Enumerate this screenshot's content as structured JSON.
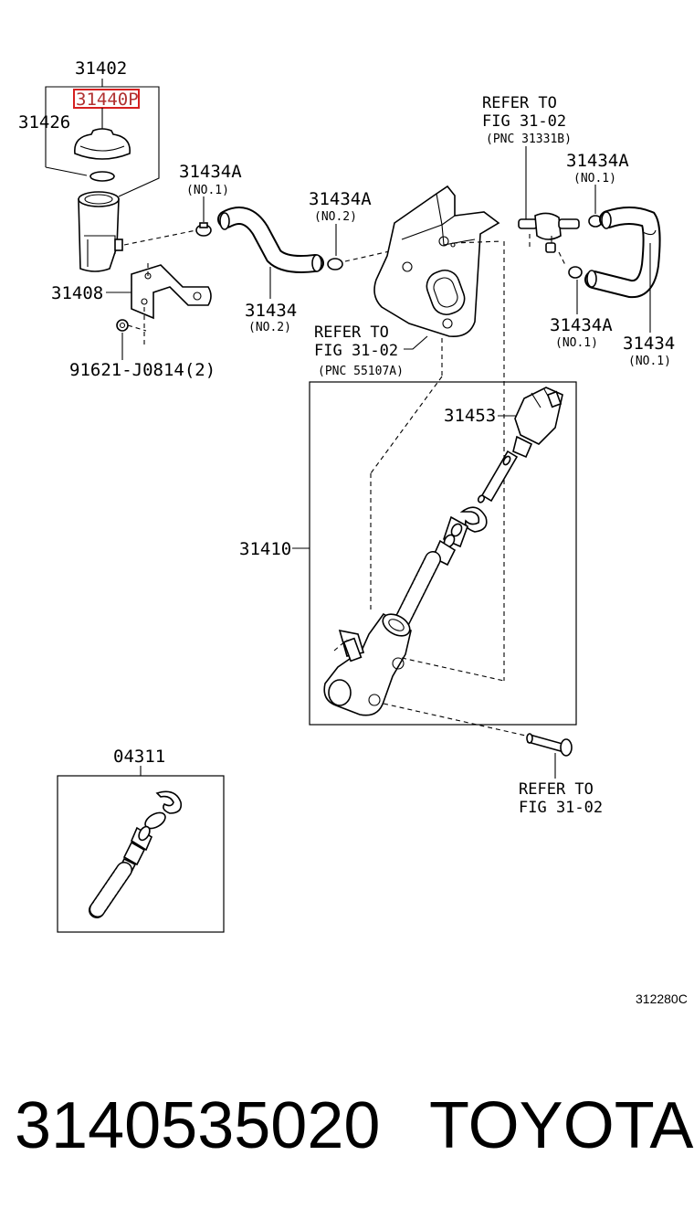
{
  "labels": {
    "p31402": "31402",
    "p31440p": "31440P",
    "p31426": "31426",
    "p31408": "31408",
    "bolt": "91621-J0814(2)",
    "p31434a_1": "31434A",
    "p31434a_1_no": "(NO.1)",
    "p31434a_2": "31434A",
    "p31434a_2_no": "(NO.2)",
    "p31434_2": "31434",
    "p31434_2_no": "(NO.2)",
    "refer1_l1": "REFER TO",
    "refer1_l2": "FIG 31-02",
    "refer1_l3": "(PNC 31331B)",
    "p31434a_3": "31434A",
    "p31434a_3_no": "(NO.1)",
    "p31434a_4": "31434A",
    "p31434a_4_no": "(NO.1)",
    "p31434_1": "31434",
    "p31434_1_no": "(NO.1)",
    "refer2_l1": "REFER TO",
    "refer2_l2": "FIG 31-02",
    "refer2_l3": "(PNC 55107A)",
    "p31453": "31453",
    "p31410": "31410",
    "p04311": "04311",
    "refer3_l1": "REFER TO",
    "refer3_l2": "FIG 31-02",
    "figure_code": "312280C"
  },
  "footer": {
    "part_number": "3140535020",
    "brand": "TOYOTA"
  },
  "colors": {
    "highlight": "#d62020",
    "line": "#000000"
  }
}
